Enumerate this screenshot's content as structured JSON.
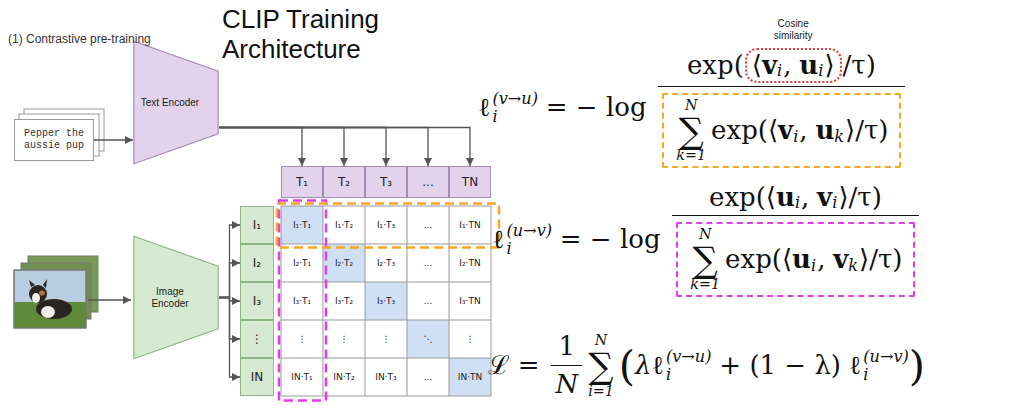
{
  "diagram": {
    "title": "CLIP Training Architecture",
    "nodes": [
      {
        "text": [
          "Pepper the aussie pup"
        ]
      },
      {
        "text": [
          "Text Encoder"
        ]
      },
      {
        "text": [
          "T₁"
        ]
      },
      {
        "text": [
          "T₂"
        ]
      },
      {
        "text": [
          "T₃"
        ]
      },
      {
        "text": [
          "..."
        ]
      },
      {
        "text": [
          "TN"
        ]
      },
      {
        "text": [
          "Image Encoder"
        ]
      },
      {
        "text": [
          "I₁"
        ]
      },
      {
        "text": [
          "I₂"
        ]
      },
      {
        "text": [
          "I₃"
        ]
      },
      {
        "text": [
          "⋮"
        ]
      },
      {
        "text": [
          "IN"
        ]
      }
    ],
    "edges": [
      {
        "from": 0,
        "to": 1,
        "arrow": "to"
      },
      {
        "from": 1,
        "to": 2,
        "arrow": "to"
      },
      {
        "from": 1,
        "to": 3,
        "arrow": "to"
      },
      {
        "from": 1,
        "to": 4,
        "arrow": "to"
      },
      {
        "from": 1,
        "to": 5,
        "arrow": "to"
      },
      {
        "from": 1,
        "to": 6,
        "arrow": "to"
      },
      {
        "from": 7,
        "to": 8,
        "arrow": "to"
      },
      {
        "from": 7,
        "to": 9,
        "arrow": "to"
      },
      {
        "from": 7,
        "to": 10,
        "arrow": "to"
      },
      {
        "from": 7,
        "to": 11,
        "arrow": "to"
      },
      {
        "from": 7,
        "to": 12,
        "arrow": "to"
      }
    ],
    "labels": [
      "(1) Contrastive pre-training",
      "I₁·T₁",
      "I₁·T₂",
      "I₁·T₃",
      "...",
      "I₁·TN",
      "I₂·T₁",
      "I₂·T₂",
      "I₂·T₃",
      "...",
      "I₂·TN",
      "I₃·T₁",
      "I₃·T₂",
      "I₃·T₃",
      "...",
      "I₃·TN",
      "⋮",
      "⋮",
      "⋮",
      "⋱",
      "⋮",
      "IN·T₁",
      "IN·T₂",
      "IN·T₃",
      "...",
      "IN·TN",
      "ℓ",
      "i",
      "(v→u)",
      "= − log",
      "exp(",
      "⟨",
      "v",
      "i",
      ",",
      "u",
      "i",
      "⟩",
      "/τ)",
      "N",
      "∑",
      "k=1",
      "exp(⟨",
      "v",
      "i",
      ",",
      "u",
      "k",
      "⟩/τ)",
      "Cosine similarity",
      "ℓ",
      "i",
      "(u→v)",
      "= − log",
      "exp(⟨",
      "u",
      "i",
      ",",
      "v",
      "i",
      "⟩/τ)",
      "N",
      "∑",
      "k=1",
      "exp(⟨",
      "u",
      "i",
      ",",
      "v",
      "k",
      "⟩/τ)",
      "ℒ",
      "=",
      "1",
      "N",
      "N",
      "∑",
      "i=1",
      "(",
      "λ",
      "ℓ",
      "i",
      "(v→u)",
      "+ (1 − λ)",
      "ℓ",
      "i",
      "(u→v)",
      ")"
    ]
  }
}
